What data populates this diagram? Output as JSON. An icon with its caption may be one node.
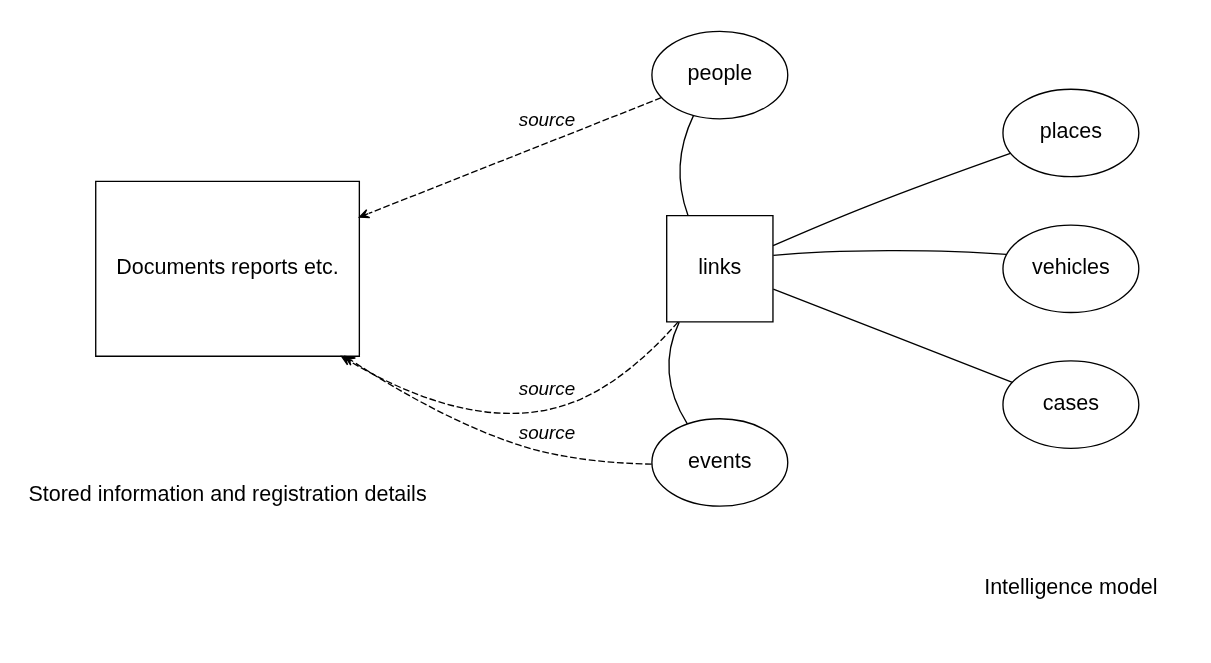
{
  "diagram": {
    "nodes": [
      {
        "text": [
          "Documents reports etc."
        ]
      },
      {
        "text": [
          "people"
        ]
      },
      {
        "text": [
          "places"
        ]
      },
      {
        "text": [
          "links"
        ]
      },
      {
        "text": [
          "vehicles"
        ]
      },
      {
        "text": [
          "cases"
        ]
      },
      {
        "text": [
          "events"
        ]
      }
    ],
    "edges": [
      {
        "from": 1,
        "to": 0,
        "arrow": "to",
        "label": "source",
        "style": "dashed"
      },
      {
        "from": 3,
        "to": 0,
        "arrow": "to",
        "label": "source",
        "style": "dashed"
      },
      {
        "from": 6,
        "to": 0,
        "arrow": "to",
        "label": "source",
        "style": "dashed"
      },
      {
        "from": 3,
        "to": 1,
        "arrow": "none"
      },
      {
        "from": 3,
        "to": 2,
        "arrow": "none"
      },
      {
        "from": 3,
        "to": 4,
        "arrow": "none"
      },
      {
        "from": 3,
        "to": 5,
        "arrow": "none"
      },
      {
        "from": 3,
        "to": 6,
        "arrow": "none"
      }
    ],
    "labels": [
      "Stored information and registration details",
      "Intelligence model"
    ]
  }
}
